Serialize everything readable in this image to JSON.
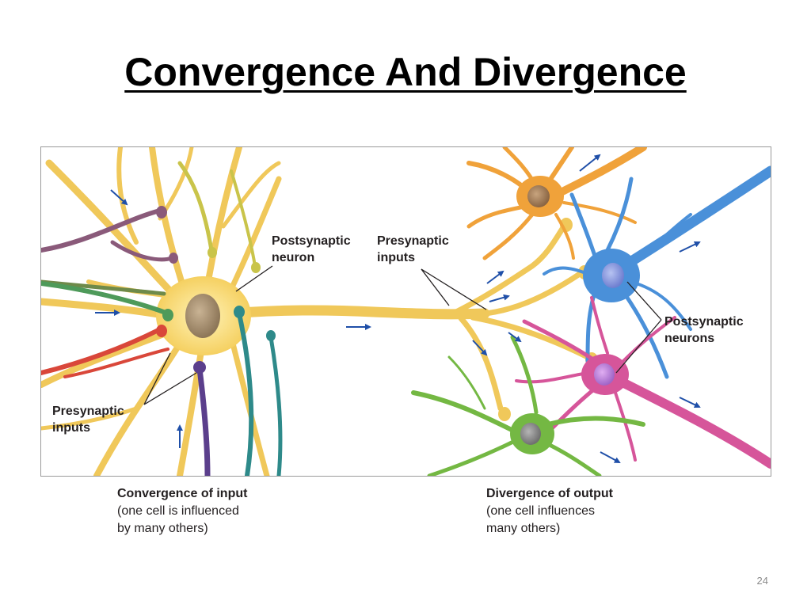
{
  "slide": {
    "title": "Convergence And Divergence",
    "page_number": "24"
  },
  "diagram": {
    "labels": {
      "postsynaptic_neuron": "Postsynaptic\nneuron",
      "presynaptic_inputs_center": "Presynaptic\ninputs",
      "presynaptic_inputs_left": "Presynaptic\ninputs",
      "postsynaptic_neurons": "Postsynaptic\nneurons"
    },
    "captions": {
      "convergence": {
        "heading": "Convergence of input",
        "body": "(one cell is influenced\nby many others)"
      },
      "divergence": {
        "heading": "Divergence of output",
        "body": "(one cell influences\nmany others)"
      }
    },
    "colors": {
      "central_neuron": "#f6d36a",
      "orange_neuron": "#f0a23a",
      "blue_neuron": "#4a90d9",
      "pink_neuron": "#d6559a",
      "green_neuron": "#74b843",
      "arrow": "#1f4fa8",
      "label_text": "#231f20"
    }
  }
}
